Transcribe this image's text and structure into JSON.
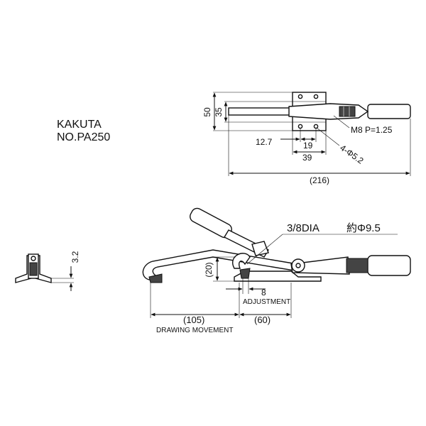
{
  "title": {
    "maker": "KAKUTA",
    "model": "NO.PA250"
  },
  "top_view": {
    "height_outer": "50",
    "height_inner": "35",
    "thread": "M8 P=1.25",
    "dim_12_7": "12.7",
    "dim_19": "19",
    "dim_39": "39",
    "holes": "4-Φ5.2",
    "overall_length": "(216)"
  },
  "end_view": {
    "thickness": "3.2"
  },
  "side_view": {
    "hook_size": "3/8DIA",
    "hook_size_approx": "約Φ9.5",
    "hook_height": "(20)",
    "adjustment_value": "8",
    "adjustment_label": "ADJUSTMENT",
    "drawing_movement_value": "(105)",
    "drawing_movement_label": "DRAWING MOVEMENT",
    "base_to_handle": "(60)"
  }
}
